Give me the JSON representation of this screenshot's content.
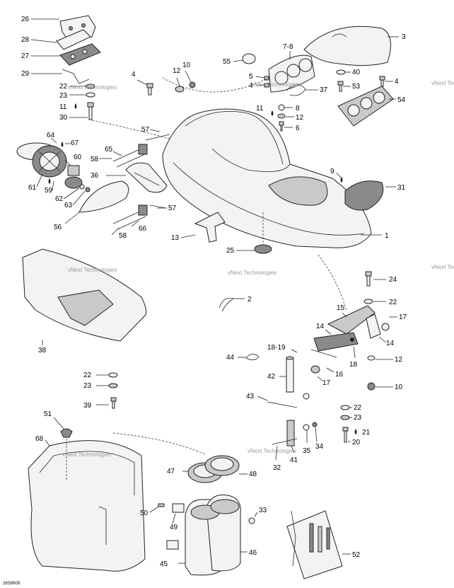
{
  "callouts": [
    {
      "id": "c26",
      "text": "26"
    },
    {
      "id": "c28",
      "text": "28"
    },
    {
      "id": "c27",
      "text": "27"
    },
    {
      "id": "c29",
      "text": "29"
    },
    {
      "id": "c22a",
      "text": "22"
    },
    {
      "id": "c23a",
      "text": "23"
    },
    {
      "id": "c11a",
      "text": "11"
    },
    {
      "id": "c30",
      "text": "30"
    },
    {
      "id": "c4a",
      "text": "4"
    },
    {
      "id": "c12a",
      "text": "12"
    },
    {
      "id": "c10a",
      "text": "10"
    },
    {
      "id": "c55",
      "text": "55"
    },
    {
      "id": "c78",
      "text": "7-8"
    },
    {
      "id": "c5",
      "text": "5"
    },
    {
      "id": "c4b",
      "text": "4"
    },
    {
      "id": "c37",
      "text": "37"
    },
    {
      "id": "c8",
      "text": "8"
    },
    {
      "id": "c11b",
      "text": "11"
    },
    {
      "id": "c12b",
      "text": "12"
    },
    {
      "id": "c6",
      "text": "6"
    },
    {
      "id": "c3",
      "text": "3"
    },
    {
      "id": "c40",
      "text": "40"
    },
    {
      "id": "c4c",
      "text": "4"
    },
    {
      "id": "c53",
      "text": "53"
    },
    {
      "id": "c54",
      "text": "54"
    },
    {
      "id": "c64",
      "text": "64"
    },
    {
      "id": "c67",
      "text": "67"
    },
    {
      "id": "c57a",
      "text": "57"
    },
    {
      "id": "c65",
      "text": "65"
    },
    {
      "id": "c60",
      "text": "60"
    },
    {
      "id": "c58a",
      "text": "58"
    },
    {
      "id": "c36",
      "text": "36"
    },
    {
      "id": "c61",
      "text": "61"
    },
    {
      "id": "c59",
      "text": "59"
    },
    {
      "id": "c62",
      "text": "62"
    },
    {
      "id": "c63",
      "text": "63"
    },
    {
      "id": "c9",
      "text": "9"
    },
    {
      "id": "c31",
      "text": "31"
    },
    {
      "id": "c57b",
      "text": "57"
    },
    {
      "id": "c56",
      "text": "56"
    },
    {
      "id": "c66",
      "text": "66"
    },
    {
      "id": "c58b",
      "text": "58"
    },
    {
      "id": "c13",
      "text": "13"
    },
    {
      "id": "c1",
      "text": "1"
    },
    {
      "id": "c25",
      "text": "25"
    },
    {
      "id": "c24",
      "text": "24"
    },
    {
      "id": "c2",
      "text": "2"
    },
    {
      "id": "c22b",
      "text": "22"
    },
    {
      "id": "c15",
      "text": "15"
    },
    {
      "id": "c14a",
      "text": "14"
    },
    {
      "id": "c17a",
      "text": "17"
    },
    {
      "id": "c14b",
      "text": "14"
    },
    {
      "id": "c1819",
      "text": "18-19"
    },
    {
      "id": "c18",
      "text": "18"
    },
    {
      "id": "c12c",
      "text": "12"
    },
    {
      "id": "c44",
      "text": "44"
    },
    {
      "id": "c16",
      "text": "16"
    },
    {
      "id": "c42",
      "text": "42"
    },
    {
      "id": "c17b",
      "text": "17"
    },
    {
      "id": "c10b",
      "text": "10"
    },
    {
      "id": "c38",
      "text": "38"
    },
    {
      "id": "c22c",
      "text": "22"
    },
    {
      "id": "c23b",
      "text": "23"
    },
    {
      "id": "c39",
      "text": "39"
    },
    {
      "id": "c43",
      "text": "43"
    },
    {
      "id": "c22d",
      "text": "22"
    },
    {
      "id": "c23c",
      "text": "23"
    },
    {
      "id": "c21",
      "text": "21"
    },
    {
      "id": "c20",
      "text": "20"
    },
    {
      "id": "c35",
      "text": "35"
    },
    {
      "id": "c34",
      "text": "34"
    },
    {
      "id": "c41",
      "text": "41"
    },
    {
      "id": "c32",
      "text": "32"
    },
    {
      "id": "c51",
      "text": "51"
    },
    {
      "id": "c68",
      "text": "68"
    },
    {
      "id": "c47",
      "text": "47"
    },
    {
      "id": "c48",
      "text": "48"
    },
    {
      "id": "c33",
      "text": "33"
    },
    {
      "id": "c50",
      "text": "50"
    },
    {
      "id": "c49",
      "text": "49"
    },
    {
      "id": "c46",
      "text": "46"
    },
    {
      "id": "c45",
      "text": "45"
    },
    {
      "id": "c52",
      "text": "52"
    }
  ],
  "watermarks": [
    {
      "id": "w1",
      "text": "vNext Technologies"
    },
    {
      "id": "w2",
      "text": "vNext Technologies"
    },
    {
      "id": "w3",
      "text": "vNext Technologies"
    },
    {
      "id": "w4",
      "text": "vNext Technologies"
    },
    {
      "id": "w5",
      "text": "vNext Technologies"
    },
    {
      "id": "w6",
      "text": "vNext Technologies"
    },
    {
      "id": "w7",
      "text": "vNext Technologies"
    },
    {
      "id": "w8",
      "text": "vNext Technologies"
    }
  ],
  "drawing_code": "26S8909"
}
